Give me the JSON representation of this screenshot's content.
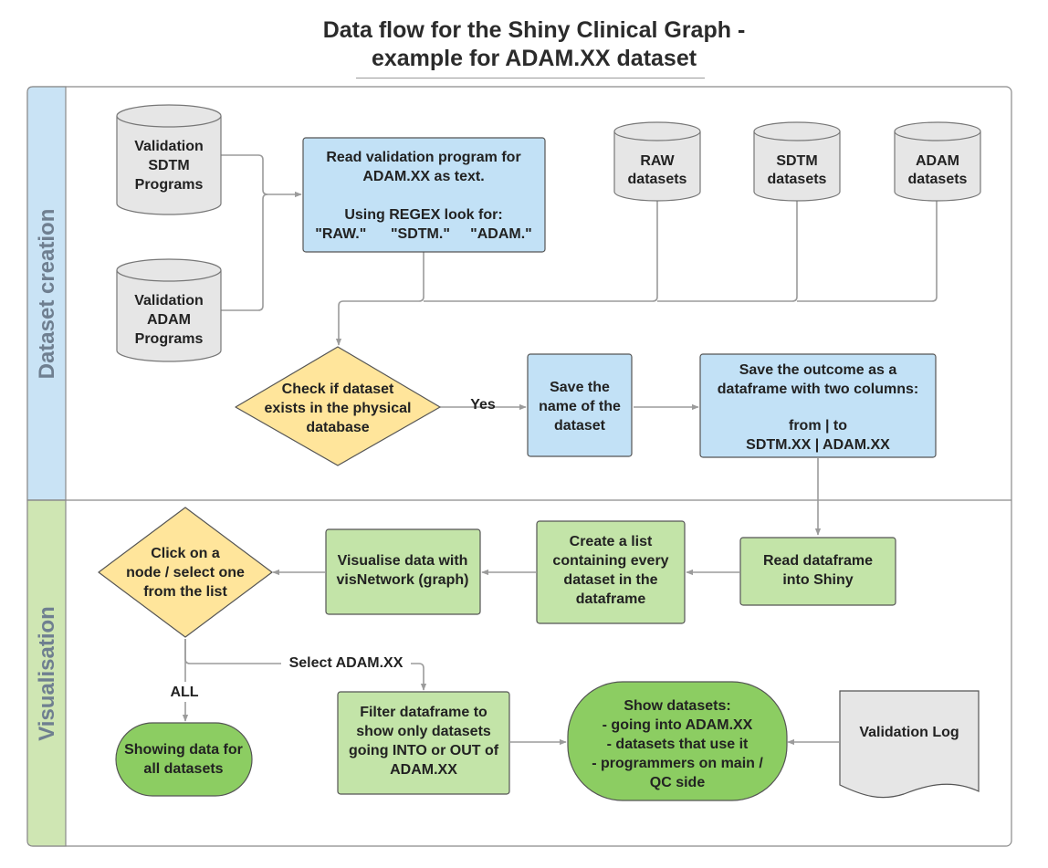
{
  "title": {
    "line1": "Data flow for the Shiny Clinical Graph -",
    "line2": "example for ADAM.XX dataset"
  },
  "colors": {
    "lane_blue": "#c9e3f5",
    "lane_green": "#cfe6b3",
    "process_blue": "#c2e1f6",
    "process_green": "#c3e4a8",
    "terminal_green": "#8ccd62",
    "decision": "#ffe59b",
    "database": "#e6e6e6",
    "connector": "#9b9b9b"
  },
  "lanes": {
    "dataset_creation": "Dataset creation",
    "visualisation": "Visualisation"
  },
  "nodes": {
    "val_sdtm": [
      "Validation",
      "SDTM",
      "Programs"
    ],
    "val_adam": [
      "Validation",
      "ADAM",
      "Programs"
    ],
    "read_program": [
      "Read validation program  for",
      "ADAM.XX as text.",
      "",
      "Using REGEX look for:",
      "\"RAW.\"      \"SDTM.\"     \"ADAM.\""
    ],
    "raw": [
      "RAW",
      "datasets"
    ],
    "sdtm": [
      "SDTM",
      "datasets"
    ],
    "adam": [
      "ADAM",
      "datasets"
    ],
    "check_exists": [
      "Check if dataset",
      "exists in the physical",
      "database"
    ],
    "save_name": [
      "Save the",
      "name of the",
      "dataset"
    ],
    "save_outcome": [
      "Save the outcome as a",
      "dataframe with two columns:",
      "",
      "from | to",
      "SDTM.XX | ADAM.XX"
    ],
    "read_df": [
      "Read dataframe",
      "into Shiny"
    ],
    "create_list": [
      "Create a list",
      "containing every",
      "dataset in the",
      "dataframe"
    ],
    "visualise": [
      "Visualise data with",
      "visNetwork (graph)"
    ],
    "click_node": [
      "Click on a",
      "node / select one",
      "from the list"
    ],
    "show_all": [
      "Showing data for",
      "all datasets"
    ],
    "filter": [
      "Filter dataframe to",
      "show only datasets",
      "going INTO or OUT of",
      "ADAM.XX"
    ],
    "show_datasets": [
      "Show datasets:",
      "- going into ADAM.XX",
      "- datasets that use it",
      "- programmers on main /",
      "QC side"
    ],
    "validation_log": [
      "Validation Log"
    ]
  },
  "edge_labels": {
    "yes": "Yes",
    "select": "Select ADAM.XX",
    "all": "ALL"
  }
}
